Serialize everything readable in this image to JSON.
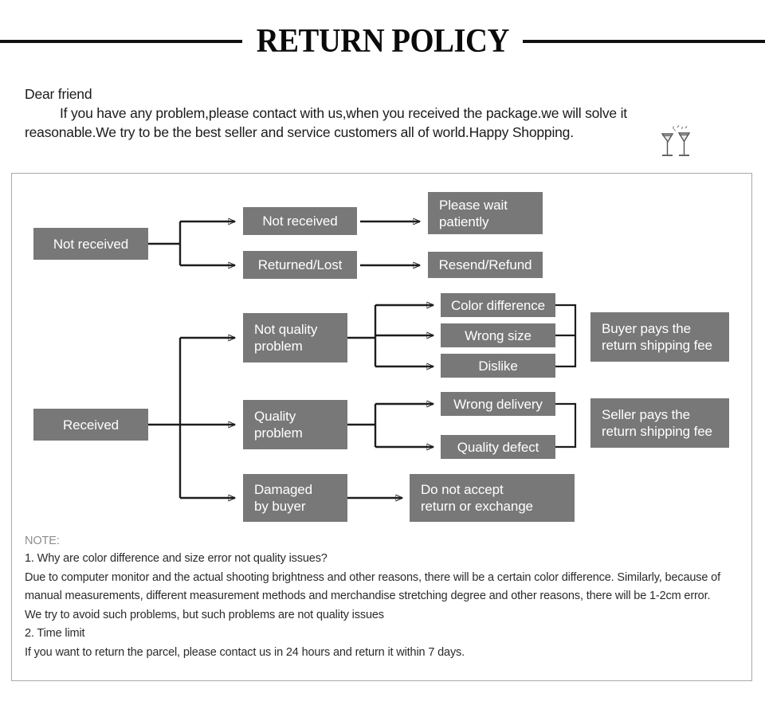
{
  "header": {
    "title": "RETURN POLICY"
  },
  "intro": {
    "line1": "Dear friend",
    "line2": "If you have any problem,please contact with us,when you received the package.we will solve it",
    "line3": "reasonable.We try to be the best seller and service customers all of world.Happy Shopping.",
    "icon": "cheers-cocktail-glasses-icon"
  },
  "flow": {
    "box_color": "#787878",
    "line_color": "#1d1d1d",
    "text_color": "#ffffff",
    "nodes": {
      "not_received_root": "Not received",
      "not_received_branch": "Not received",
      "returned_lost": "Returned/Lost",
      "please_wait": "Please wait\npatiently",
      "please_wait_l1": "Please wait",
      "please_wait_l2": "patiently",
      "resend_refund": "Resend/Refund",
      "received_root": "Received",
      "not_quality_l1": "Not quality",
      "not_quality_l2": "problem",
      "color_difference": "Color difference",
      "wrong_size": "Wrong size",
      "dislike": "Dislike",
      "buyer_pays_l1": "Buyer pays the",
      "buyer_pays_l2": "return shipping fee",
      "quality_l1": "Quality",
      "quality_l2": "problem",
      "wrong_delivery": "Wrong delivery",
      "quality_defect": "Quality defect",
      "seller_pays_l1": "Seller pays the",
      "seller_pays_l2": "return shipping fee",
      "damaged_l1": "Damaged",
      "damaged_l2": "by buyer",
      "no_accept_l1": "Do not accept",
      "no_accept_l2": "return or exchange"
    }
  },
  "note": {
    "heading": "NOTE:",
    "lines": [
      "1. Why are color difference and size error not quality issues?",
      "Due to computer monitor and the actual shooting brightness and other reasons, there will be a certain color difference. Similarly, because of",
      "manual measurements, different measurement methods and merchandise stretching degree and other reasons, there will be 1-2cm error.",
      "We try to avoid such problems, but such problems are not quality issues",
      "2. Time limit",
      "If you want to return the parcel, please contact us in 24 hours and return it within 7 days."
    ]
  }
}
